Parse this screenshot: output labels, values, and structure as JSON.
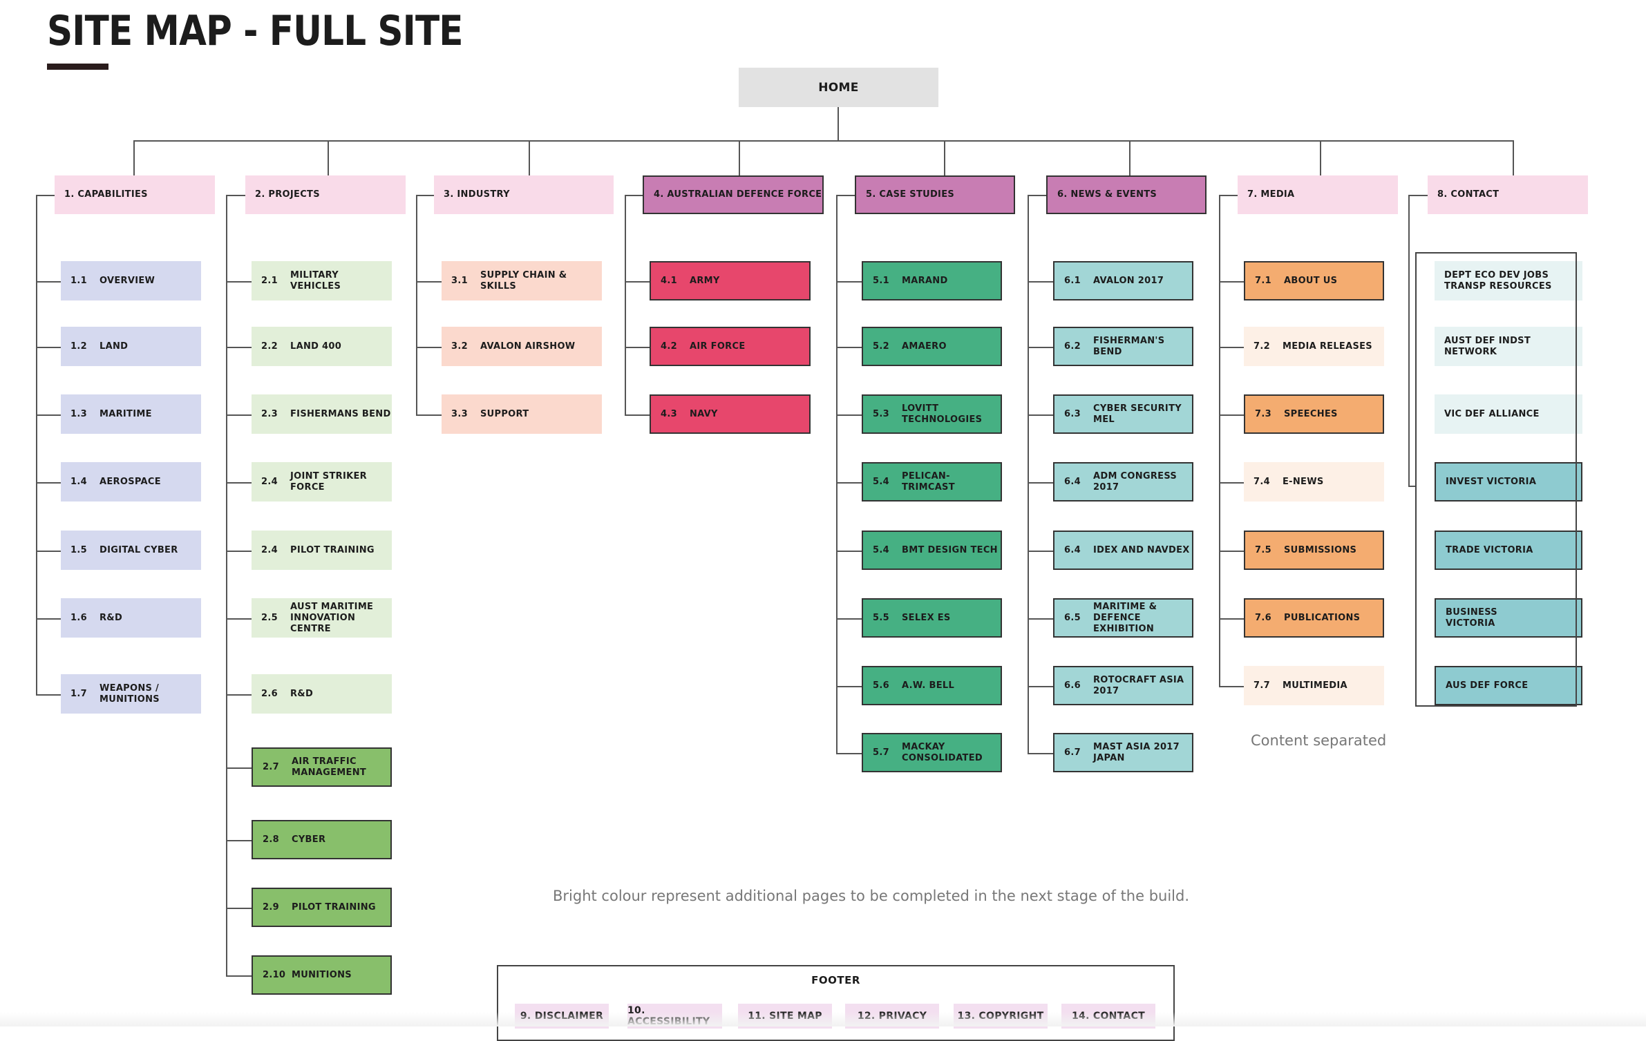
{
  "title": "SITE MAP - FULL SITE",
  "home": "HOME",
  "colors": {
    "capabilities_header": "#f9dbe9",
    "capabilities_item": "#d5d9ef",
    "projects_item": "#e2efd9",
    "projects_new": "#88bf6b",
    "industry_item": "#fbd9cd",
    "defence_header": "#c87db3",
    "defence_item": "#e7476c",
    "case_item": "#46b083",
    "news_item": "#a2d6d6",
    "media_new": "#f4ac70",
    "media_item": "#fdf0e6",
    "contact_item": "#e7f3f3",
    "contact_new": "#8ecbd0",
    "footer_item": "#f3dff0"
  },
  "columns": [
    {
      "header": "1. CAPABILITIES",
      "items": [
        {
          "num": "1.1",
          "label": "OVERVIEW"
        },
        {
          "num": "1.2",
          "label": "LAND"
        },
        {
          "num": "1.3",
          "label": "MARITIME"
        },
        {
          "num": "1.4",
          "label": "AEROSPACE"
        },
        {
          "num": "1.5",
          "label": "DIGITAL CYBER"
        },
        {
          "num": "1.6",
          "label": "R&D"
        },
        {
          "num": "1.7",
          "label": "WEAPONS /\nMUNITIONS"
        }
      ]
    },
    {
      "header": "2. PROJECTS",
      "items": [
        {
          "num": "2.1",
          "label": "MILITARY VEHICLES"
        },
        {
          "num": "2.2",
          "label": "LAND 400"
        },
        {
          "num": "2.3",
          "label": "FISHERMANS BEND"
        },
        {
          "num": "2.4",
          "label": "JOINT STRIKER\nFORCE"
        },
        {
          "num": "2.4",
          "label": "PILOT TRAINING"
        },
        {
          "num": "2.5",
          "label": "AUST MARITIME\nINNOVATION CENTRE"
        },
        {
          "num": "2.6",
          "label": "R&D"
        },
        {
          "num": "2.7",
          "label": "AIR TRAFFIC\nMANAGEMENT"
        },
        {
          "num": "2.8",
          "label": "CYBER"
        },
        {
          "num": "2.9",
          "label": "PILOT TRAINING"
        },
        {
          "num": "2.10",
          "label": "MUNITIONS"
        }
      ]
    },
    {
      "header": "3. INDUSTRY",
      "items": [
        {
          "num": "3.1",
          "label": "SUPPLY CHAIN & SKILLS"
        },
        {
          "num": "3.2",
          "label": "AVALON AIRSHOW"
        },
        {
          "num": "3.3",
          "label": "SUPPORT"
        }
      ]
    },
    {
      "header": "4. AUSTRALIAN DEFENCE FORCE",
      "items": [
        {
          "num": "4.1",
          "label": "ARMY"
        },
        {
          "num": "4.2",
          "label": "AIR FORCE"
        },
        {
          "num": "4.3",
          "label": "NAVY"
        }
      ]
    },
    {
      "header": "5. CASE STUDIES",
      "items": [
        {
          "num": "5.1",
          "label": "MARAND"
        },
        {
          "num": "5.2",
          "label": "AMAERO"
        },
        {
          "num": "5.3",
          "label": "LOVITT TECHNOLOGIES"
        },
        {
          "num": "5.4",
          "label": "PELICAN- TRIMCAST"
        },
        {
          "num": "5.4",
          "label": "BMT DESIGN TECH"
        },
        {
          "num": "5.5",
          "label": "SELEX ES"
        },
        {
          "num": "5.6",
          "label": "A.W. BELL"
        },
        {
          "num": "5.7",
          "label": "MACKAY\nCONSOLIDATED"
        }
      ]
    },
    {
      "header": "6. NEWS & EVENTS",
      "items": [
        {
          "num": "6.1",
          "label": "AVALON 2017"
        },
        {
          "num": "6.2",
          "label": "FISHERMAN'S BEND"
        },
        {
          "num": "6.3",
          "label": "CYBER SECURITY MEL"
        },
        {
          "num": "6.4",
          "label": "ADM CONGRESS 2017"
        },
        {
          "num": "6.4",
          "label": "IDEX AND NAVDEX"
        },
        {
          "num": "6.5",
          "label": "MARITIME & DEFENCE\nEXHIBITION"
        },
        {
          "num": "6.6",
          "label": "ROTOCRAFT ASIA 2017"
        },
        {
          "num": "6.7",
          "label": "MAST ASIA 2017\nJAPAN"
        }
      ]
    },
    {
      "header": "7. MEDIA",
      "items": [
        {
          "num": "7.1",
          "label": "ABOUT US"
        },
        {
          "num": "7.2",
          "label": "MEDIA RELEASES"
        },
        {
          "num": "7.3",
          "label": "SPEECHES"
        },
        {
          "num": "7.4",
          "label": "E-NEWS"
        },
        {
          "num": "7.5",
          "label": "SUBMISSIONS"
        },
        {
          "num": "7.6",
          "label": "PUBLICATIONS"
        },
        {
          "num": "7.7",
          "label": "MULTIMEDIA"
        }
      ]
    },
    {
      "header": "8. CONTACT",
      "items": [
        {
          "label": "DEPT ECO DEV      JOBS\nTRANSP RESOURCES"
        },
        {
          "label": "AUST DEF INDST\nNETWORK"
        },
        {
          "label": "VIC DEF ALLIANCE"
        },
        {
          "label": "INVEST VICTORIA"
        },
        {
          "label": "TRADE VICTORIA"
        },
        {
          "label": "BUSINESS\nVICTORIA"
        },
        {
          "label": "AUS DEF  FORCE"
        }
      ]
    }
  ],
  "notes": {
    "content_separated": "Content separated",
    "bright_colour": "Bright colour represent additional pages to be completed in the next stage of the build."
  },
  "footer": {
    "label": "FOOTER",
    "items": [
      "9. DISCLAIMER",
      "10. ACCESSIBILITY",
      "11.  SITE MAP",
      "12. PRIVACY",
      "13. COPYRIGHT",
      "14. CONTACT"
    ]
  }
}
